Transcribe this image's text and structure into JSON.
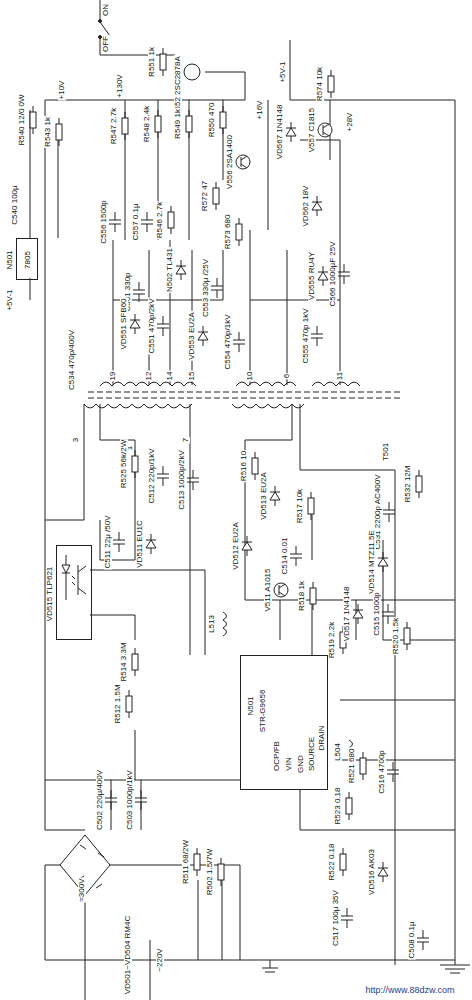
{
  "diagram": {
    "nodes": [
      {
        "text": [
          "N501",
          "7805"
        ]
      },
      {
        "text": [
          "VD515 TLP621"
        ]
      },
      {
        "text": [
          "N501",
          "STR-G9656",
          "OCP/FB",
          "VIN",
          "GND",
          "SOURCE",
          "DRAIN"
        ]
      }
    ],
    "labels": [
      "ON",
      "OFF",
      "R551 1k",
      "V552 2SC2878A",
      "+130V",
      "+10V",
      "R540 12/0 0W",
      "R543 1k",
      "C540 100μ",
      "+5V-1",
      "R547 2.7k",
      "R548 2.4k",
      "R549 1k",
      "R550 470",
      "+5V-1",
      "R574 10k",
      "+28V",
      "+16V",
      "VD567 1N4148",
      "V557 C1815",
      "V556 2SA1400",
      "R572 47",
      "R573 680",
      "VD562 18V",
      "C556 1500p",
      "C557 0.1μ",
      "R546 2.7k",
      "C561 330p",
      "N502 TL431",
      "C553 330μ /25V",
      "VD555 RU4Y",
      "C566 1000μF 25V",
      "VD551 SFB60",
      "C551 470p/2kV",
      "VD553 EU2A",
      "C554 470p/1kV",
      "C555 470p 1kV",
      "C534 470p/400V",
      "19",
      "12",
      "14",
      "15",
      "10",
      "6",
      "11",
      "3",
      "1",
      "7",
      "T501",
      "R532 12M",
      "C531 2200p AC400V",
      "R525 56k/2W",
      "C512 220p/1kV",
      "C513 1000p/2kV",
      "C511 22μ /50V",
      "VD511 EU1C",
      "R516 10",
      "VD512 EU2A",
      "VD513 EU2A",
      "R517 10k",
      "C514 0.01",
      "V511 A1015",
      "R518 1k",
      "VD514 MTZ11.5E",
      "L513",
      "R514 3.3M",
      "R512 1.5M",
      "C515 1000p",
      "R520 1.5k",
      "VD517 1N4148",
      "R519 2.2k",
      "L504",
      "C516 4700p",
      "R521 680",
      "R523 0.18",
      "R522 0.18",
      "VD516 AK03",
      "C517 100μ 35V",
      "C508 0.1μ",
      "C502 220μ/400V",
      "C503 1000p/1kV",
      "≈300V",
      "R511 68/2W",
      "R502 1.5/7W",
      "VD501~VD504 RM4C",
      "~220V",
      "http://www.88dzw.com"
    ]
  }
}
